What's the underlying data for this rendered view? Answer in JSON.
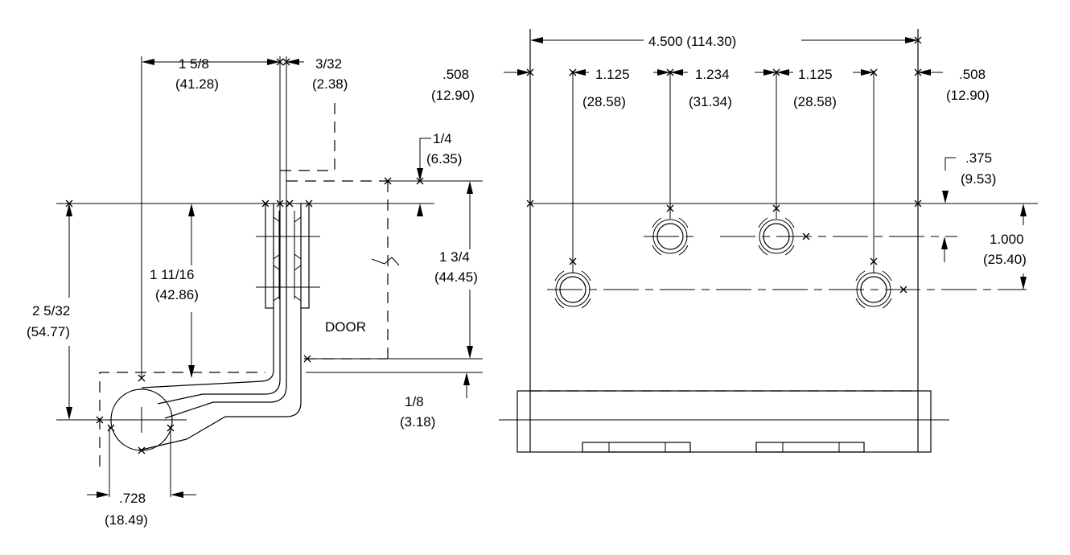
{
  "side_view": {
    "dims": {
      "w1": "1 5/8",
      "w1m": "(41.28)",
      "w2": "3/32",
      "w2m": "(2.38)",
      "t1": "1/4",
      "t1m": "(6.35)",
      "h1": "1 11/16",
      "h1m": "(42.86)",
      "h2": "2 5/32",
      "h2m": "(54.77)",
      "h3": "1 3/4",
      "h3m": "(44.45)",
      "b1": "1/8",
      "b1m": "(3.18)",
      "k1": ".728",
      "k1m": "(18.49)"
    },
    "door_label": "DOOR"
  },
  "front_view": {
    "dims": {
      "overall": "4.500 (114.30)",
      "e1": ".508",
      "e1m": "(12.90)",
      "e2": ".508",
      "e2m": "(12.90)",
      "p1": "1.125",
      "p1m": "(28.58)",
      "p2": "1.234",
      "p2m": "(31.34)",
      "p3": "1.125",
      "p3m": "(28.58)",
      "v1": ".375",
      "v1m": "(9.53)",
      "v2": "1.000",
      "v2m": "(25.40)"
    }
  }
}
